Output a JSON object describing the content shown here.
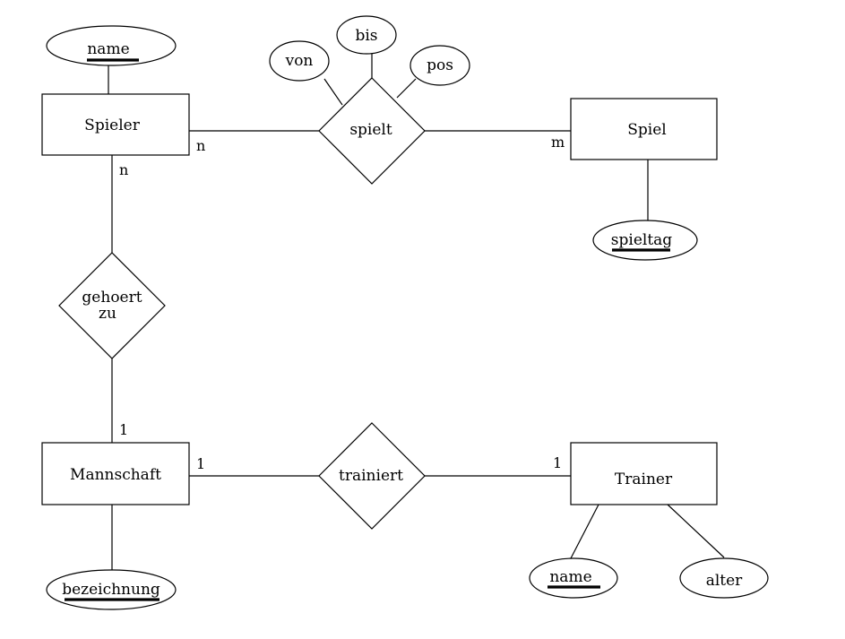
{
  "entities": {
    "spieler": "Spieler",
    "spiel": "Spiel",
    "mannschaft": "Mannschaft",
    "trainer": "Trainer"
  },
  "relationships": {
    "spielt": "spielt",
    "gehoert_zu_line1": "gehoert",
    "gehoert_zu_line2": "zu",
    "trainiert": "trainiert"
  },
  "attributes": {
    "spieler_name": "name",
    "spielt_von": "von",
    "spielt_bis": "bis",
    "spielt_pos": "pos",
    "spiel_spieltag": "spieltag",
    "mannschaft_bezeichnung": "bezeichnung",
    "trainer_name": "name",
    "trainer_alter": "alter"
  },
  "cardinalities": {
    "spieler_spielt": "n",
    "spiel_spielt": "m",
    "spieler_gehoert": "n",
    "mannschaft_gehoert": "1",
    "mannschaft_trainiert": "1",
    "trainer_trainiert": "1"
  },
  "colors": {
    "stroke": "#000000",
    "background": "#ffffff"
  }
}
